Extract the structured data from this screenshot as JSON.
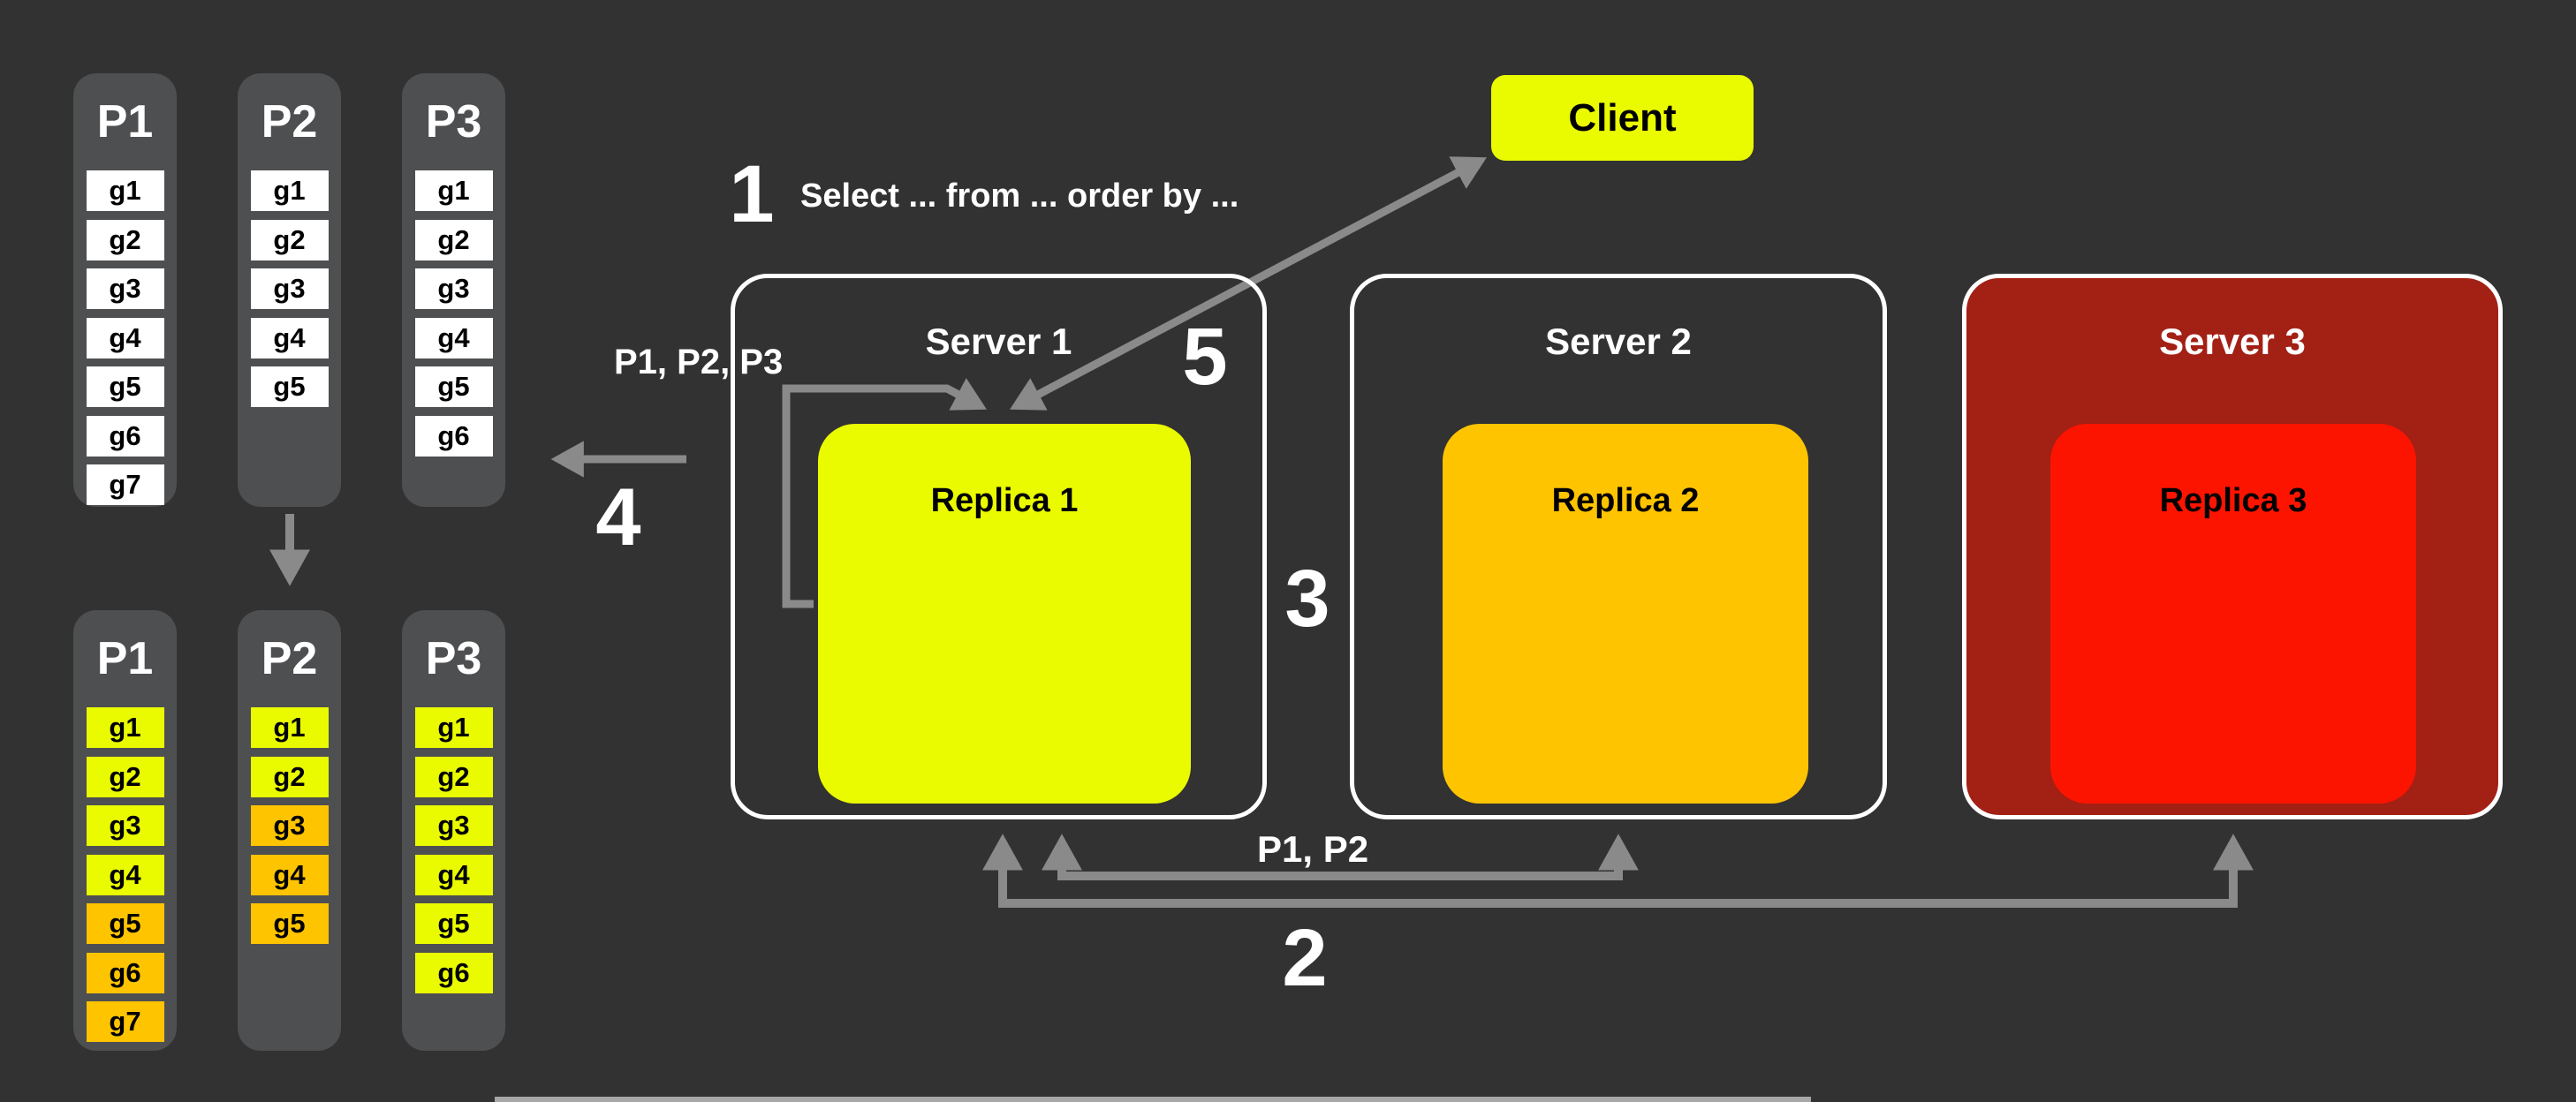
{
  "colors": {
    "background": "#323233",
    "column_gray": "#4E4F51",
    "arrow_gray": "#8A8A8A",
    "yellow": "#EAFB00",
    "orange": "#FFC400",
    "white": "#FFFFFF",
    "server3_fill": "#A32015",
    "replica3_red": "#FD1400"
  },
  "partitions": {
    "top": {
      "columns": [
        {
          "name": "P1",
          "cells": [
            {
              "label": "g1",
              "color": "white"
            },
            {
              "label": "g2",
              "color": "white"
            },
            {
              "label": "g3",
              "color": "white"
            },
            {
              "label": "g4",
              "color": "white"
            },
            {
              "label": "g5",
              "color": "white"
            },
            {
              "label": "g6",
              "color": "white"
            },
            {
              "label": "g7",
              "color": "white"
            }
          ]
        },
        {
          "name": "P2",
          "cells": [
            {
              "label": "g1",
              "color": "white"
            },
            {
              "label": "g2",
              "color": "white"
            },
            {
              "label": "g3",
              "color": "white"
            },
            {
              "label": "g4",
              "color": "white"
            },
            {
              "label": "g5",
              "color": "white"
            }
          ]
        },
        {
          "name": "P3",
          "cells": [
            {
              "label": "g1",
              "color": "white"
            },
            {
              "label": "g2",
              "color": "white"
            },
            {
              "label": "g3",
              "color": "white"
            },
            {
              "label": "g4",
              "color": "white"
            },
            {
              "label": "g5",
              "color": "white"
            },
            {
              "label": "g6",
              "color": "white"
            }
          ]
        }
      ]
    },
    "bottom": {
      "columns": [
        {
          "name": "P1",
          "cells": [
            {
              "label": "g1",
              "color": "yellow"
            },
            {
              "label": "g2",
              "color": "yellow"
            },
            {
              "label": "g3",
              "color": "yellow"
            },
            {
              "label": "g4",
              "color": "yellow"
            },
            {
              "label": "g5",
              "color": "orange"
            },
            {
              "label": "g6",
              "color": "orange"
            },
            {
              "label": "g7",
              "color": "orange"
            }
          ]
        },
        {
          "name": "P2",
          "cells": [
            {
              "label": "g1",
              "color": "yellow"
            },
            {
              "label": "g2",
              "color": "yellow"
            },
            {
              "label": "g3",
              "color": "orange"
            },
            {
              "label": "g4",
              "color": "orange"
            },
            {
              "label": "g5",
              "color": "orange"
            }
          ]
        },
        {
          "name": "P3",
          "cells": [
            {
              "label": "g1",
              "color": "yellow"
            },
            {
              "label": "g2",
              "color": "yellow"
            },
            {
              "label": "g3",
              "color": "yellow"
            },
            {
              "label": "g4",
              "color": "yellow"
            },
            {
              "label": "g5",
              "color": "yellow"
            },
            {
              "label": "g6",
              "color": "yellow"
            }
          ]
        }
      ]
    }
  },
  "client": {
    "label": "Client"
  },
  "servers": [
    {
      "title": "Server 1",
      "replica_label": "Replica 1"
    },
    {
      "title": "Server 2",
      "replica_label": "Replica 2"
    },
    {
      "title": "Server 3",
      "replica_label": "Replica 3"
    }
  ],
  "steps": {
    "n1": "1",
    "n2": "2",
    "n3": "3",
    "n4": "4",
    "n5": "5",
    "query_text": "Select ... from ... order by ...",
    "partitions_all_label": "P1, P2, P3",
    "partitions_p1p2_label": "P1, P2"
  }
}
